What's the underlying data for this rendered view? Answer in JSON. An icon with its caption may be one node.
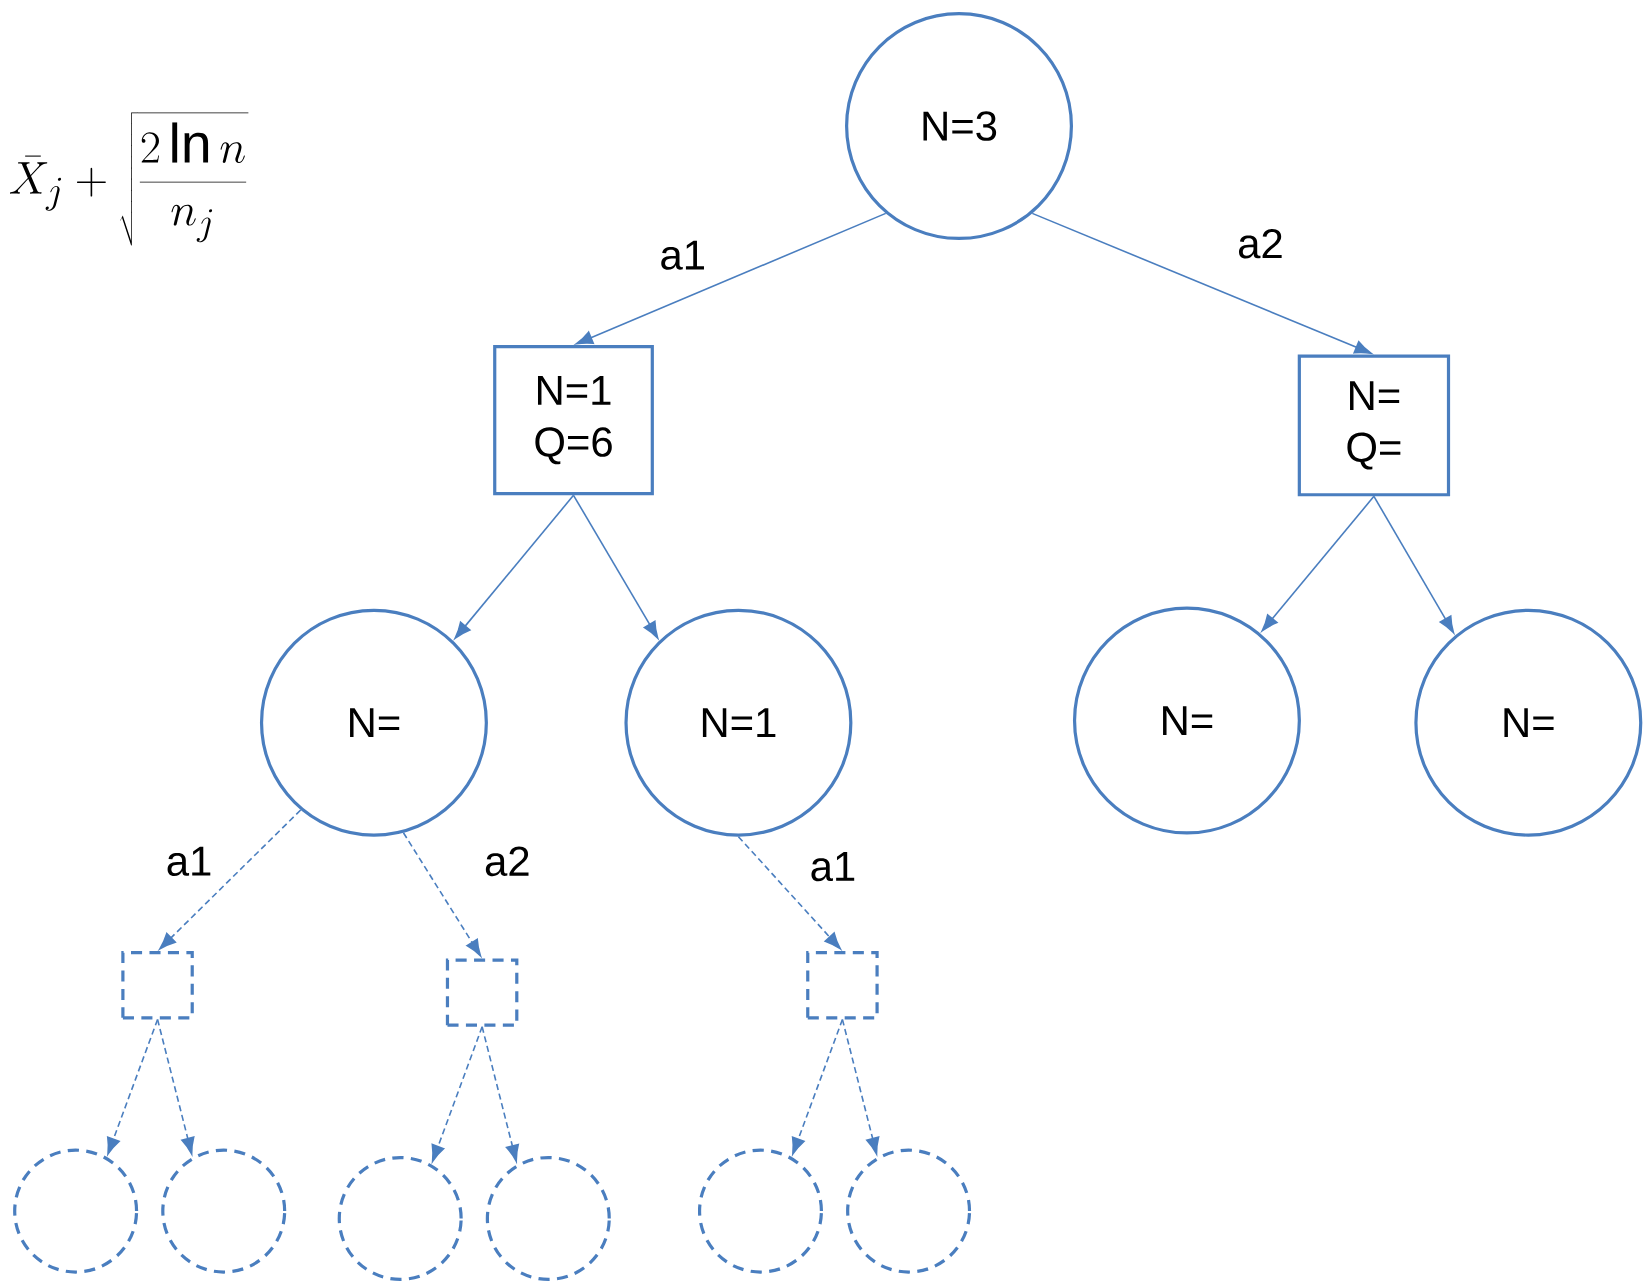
{
  "diagram": {
    "nodes": [
      {
        "text": [
          "N=3"
        ]
      },
      {
        "text": [
          "N=1 Q=6"
        ]
      },
      {
        "text": [
          "N= Q="
        ]
      },
      {
        "text": [
          "N="
        ]
      },
      {
        "text": [
          "N=1"
        ]
      },
      {
        "text": [
          "N="
        ]
      },
      {
        "text": [
          "N="
        ]
      },
      {
        "text": [],
        "shape": "box"
      },
      {
        "text": [],
        "shape": "box"
      },
      {
        "text": [],
        "shape": "box"
      },
      {
        "text": [],
        "shape": "circle"
      },
      {
        "text": [],
        "shape": "circle"
      },
      {
        "text": [],
        "shape": "circle"
      },
      {
        "text": [],
        "shape": "circle"
      },
      {
        "text": [],
        "shape": "circle"
      },
      {
        "text": [],
        "shape": "circle"
      }
    ],
    "edges": [
      {
        "from": 0,
        "to": 1,
        "arrow": "to",
        "label": "a1"
      },
      {
        "from": 0,
        "to": 2,
        "arrow": "to",
        "label": "a2"
      },
      {
        "from": 1,
        "to": 3,
        "arrow": "to"
      },
      {
        "from": 1,
        "to": 4,
        "arrow": "to"
      },
      {
        "from": 2,
        "to": 5,
        "arrow": "to"
      },
      {
        "from": 2,
        "to": 6,
        "arrow": "to"
      },
      {
        "from": 3,
        "to": 7,
        "arrow": "to",
        "label": "a1",
        "style": "dashed"
      },
      {
        "from": 3,
        "to": 8,
        "arrow": "to",
        "label": "a2",
        "style": "dashed"
      },
      {
        "from": 4,
        "to": 9,
        "arrow": "to",
        "label": "a1",
        "style": "dashed"
      },
      {
        "from": 7,
        "to": 10,
        "arrow": "to",
        "style": "dashed"
      },
      {
        "from": 7,
        "to": 11,
        "arrow": "to",
        "style": "dashed"
      },
      {
        "from": 8,
        "to": 12,
        "arrow": "to",
        "style": "dashed"
      },
      {
        "from": 8,
        "to": 13,
        "arrow": "to",
        "style": "dashed"
      },
      {
        "from": 9,
        "to": 14,
        "arrow": "to",
        "style": "dashed"
      },
      {
        "from": 9,
        "to": 15,
        "arrow": "to",
        "style": "dashed"
      }
    ],
    "labels": [
      "\\bar{X}_j + \\sqrt{\\frac{2\\ln n}{n_j}}"
    ]
  }
}
